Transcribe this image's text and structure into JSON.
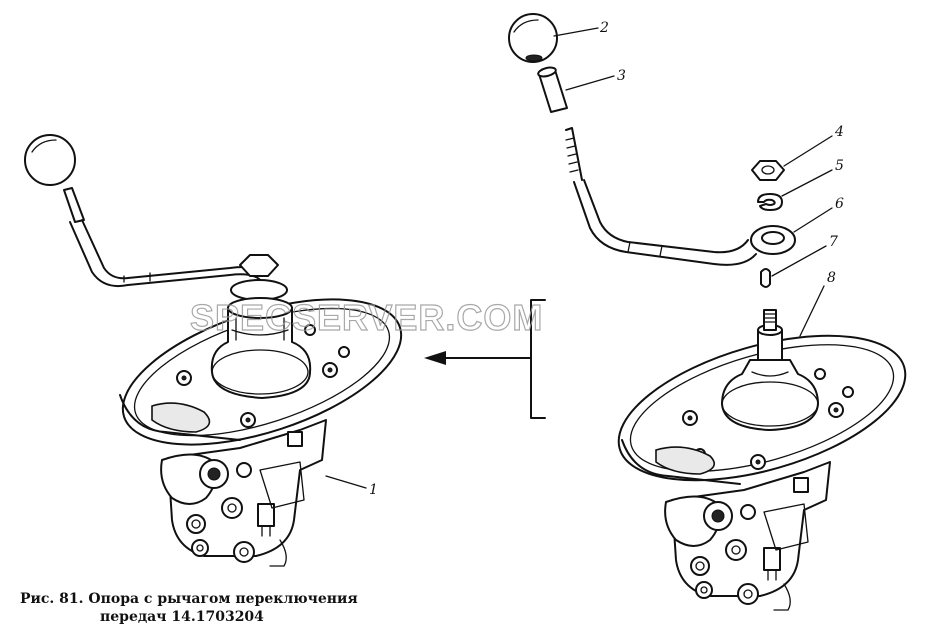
{
  "caption": {
    "line1": "Рис. 81. Опора с рычагом переключения",
    "line2": "передач 14.1703204"
  },
  "watermark": "SPECSERVER.COM",
  "callouts": {
    "c1": "1",
    "c2": "2",
    "c3": "3",
    "c4": "4",
    "c5": "5",
    "c6": "6",
    "c7": "7",
    "c8": "8"
  }
}
